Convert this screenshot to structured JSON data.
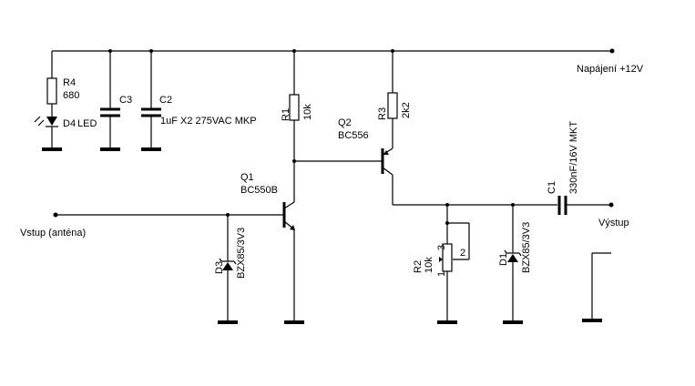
{
  "schematic": {
    "supply_label": "Napájení +12V",
    "input_label": "Vstup (anténa)",
    "output_label": "Výstup",
    "components": {
      "r4": {
        "ref": "R4",
        "value": "680"
      },
      "d4": {
        "ref": "D4",
        "value": "LED"
      },
      "c3": {
        "ref": "C3"
      },
      "c2": {
        "ref": "C2",
        "value": "1uF X2 275VAC MKP"
      },
      "r1": {
        "ref": "R1",
        "value": "10k"
      },
      "q1": {
        "ref": "Q1",
        "value": "BC550B"
      },
      "r3": {
        "ref": "R3",
        "value": "2k2"
      },
      "q2": {
        "ref": "Q2",
        "value": "BC556"
      },
      "d3": {
        "ref": "D3",
        "value": "BZX85/3V3"
      },
      "r2": {
        "ref": "R2",
        "value": "10k",
        "pin1": "1",
        "pin2": "2",
        "pin3": "3"
      },
      "d1": {
        "ref": "D1",
        "value": "BZX85/3V3"
      },
      "c1": {
        "ref": "C1",
        "value": "330nF/16V MKT"
      }
    }
  }
}
